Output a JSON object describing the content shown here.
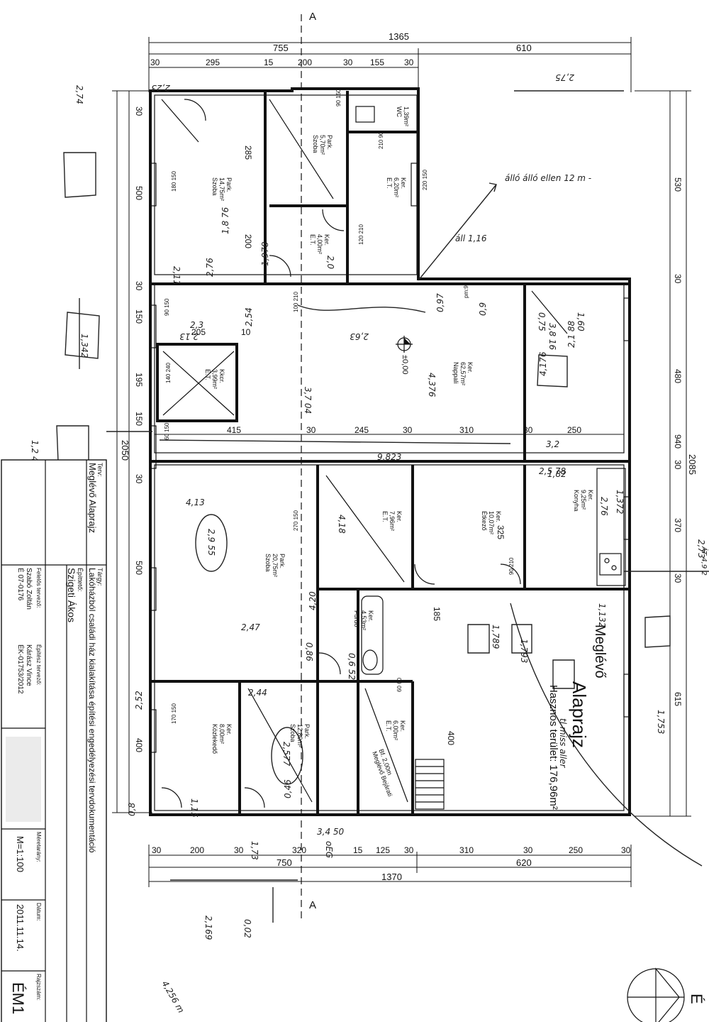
{
  "dims_top": {
    "total": "1365",
    "left": "755",
    "right": "610",
    "segments": [
      "30",
      "295",
      "15",
      "200",
      "30",
      "155",
      "30"
    ]
  },
  "dims_bottom": {
    "total": "1370",
    "left": "750",
    "right": "620",
    "segments": [
      "30",
      "200",
      "30",
      "320",
      "15",
      "125",
      "30",
      "310",
      "30",
      "250",
      "30"
    ]
  },
  "dims_left": {
    "total": "2050",
    "segments": [
      "30",
      "500",
      "30",
      "150",
      "195",
      "150",
      "30",
      "500",
      "400"
    ]
  },
  "dims_right": {
    "total": "2085",
    "segments": [
      "530",
      "30",
      "480",
      "940",
      "30",
      "370",
      "30",
      "615"
    ]
  },
  "dims_inner": [
    "415",
    "30",
    "245",
    "30",
    "310",
    "30",
    "250",
    "285",
    "205",
    "10",
    "200",
    "325",
    "185",
    "400"
  ],
  "rooms": [
    {
      "name": "Szoba",
      "area": "14,75m²",
      "floor": "Park."
    },
    {
      "name": "Szoba",
      "area": "5,70m²",
      "floor": "Park."
    },
    {
      "name": "WC",
      "area": "1,39m²",
      "floor": ""
    },
    {
      "name": "E.T.",
      "area": "6,20m²",
      "floor": "Ker."
    },
    {
      "name": "E.T.",
      "area": "4,00m²",
      "floor": "Ker."
    },
    {
      "name": "E.T.",
      "area": "3,99m²",
      "floor": "Kkcr."
    },
    {
      "name": "Nappali",
      "area": "62,57m²",
      "floor": "Ker."
    },
    {
      "name": "Szoba",
      "area": "20,75m²",
      "floor": "Park."
    },
    {
      "name": "E.T.",
      "area": "7,96m²",
      "floor": "Ker."
    },
    {
      "name": "Étkező",
      "area": "10,07m²",
      "floor": "Ker."
    },
    {
      "name": "Konyha",
      "area": "9,25m²",
      "floor": "Ker."
    },
    {
      "name": "Fürdő",
      "area": "4,53m²",
      "floor": "Ker."
    },
    {
      "name": "Közlekedő",
      "area": "8,00m²",
      "floor": "Ker."
    },
    {
      "name": "Szoba",
      "area": "12,80m²",
      "floor": "Park."
    },
    {
      "name": "E.T.",
      "area": "6,00m²",
      "floor": "Ker."
    },
    {
      "name": "Meglévő Bejárati",
      "area": "Bf. 2,00m",
      "floor": ""
    }
  ],
  "openings": [
    "90 150",
    "60 150",
    "180 150",
    "140 240",
    "100 210",
    "120 210",
    "220 150",
    "210 90",
    "90 210",
    "270 150",
    "170 150",
    "60 60",
    "90 150",
    "pm:90"
  ],
  "level_marker": "±0,00",
  "headline": {
    "title_line1": "Meglévő",
    "title_line2": "Alaprajz",
    "area_text": "Hasznos terület: 176,96m²"
  },
  "titleblock": {
    "terv_label": "Terv:",
    "terv_value": "Meglévő Alaprajz",
    "targy_label": "Tárgy:",
    "targy_value": "Lakóházból családi ház kialakítása építési engedélyezési tervdokumentáció",
    "epitteto_label": "Építtető:",
    "epitteto_value": "Szigeti Ákos",
    "felelos_label": "Felelős tervező:",
    "felelos_value": "Szabó Zoltán",
    "felelos_code": "É 07-0176",
    "epitesz_label": "Építész tervező:",
    "epitesz_value": "Kárász Vince",
    "epitesz_code": "ÉK-01753/2012",
    "meretarany_label": "Méretarány:",
    "meretarany_value": "M=1:100",
    "datum_label": "Dátum:",
    "datum_value": "2011.11.14.",
    "rajzszam_label": "Rajzszám:",
    "rajzszam_value": "ÉM1"
  },
  "section_marks": [
    "A",
    "A"
  ],
  "handwritten": [
    "2,75",
    "2,73",
    "2,74",
    "2,23",
    "9,823",
    "3,2",
    "2,5 78",
    "4,376",
    "2,11",
    "1,8 76",
    "2,47",
    "2,13",
    "4,13",
    "2,63",
    "1,789",
    "1,793",
    "1,753",
    "4,256 m",
    "2,169",
    "2,54",
    "3,8 16",
    "2,76",
    "4,20",
    "2,3",
    "2,44",
    "0,46",
    "1,73",
    "3,4 50",
    "0,97",
    "0,9",
    "0,02",
    "tl miss aller",
    "oEG",
    "álló álló ellen 12 m -",
    "áll 1,16",
    "ÁT 4,9 2",
    "2,9 55",
    "2,577",
    "2,52",
    "4,176",
    "1,342",
    "1,2 44",
    "0,75",
    "2,1 88",
    "1,60",
    "1,82",
    "0,86",
    "0,6 52",
    "2,0",
    "0,8",
    "4,18",
    "3,7 04",
    "1,978",
    "1,372",
    "1,132",
    "2,76",
    "1,15"
  ]
}
